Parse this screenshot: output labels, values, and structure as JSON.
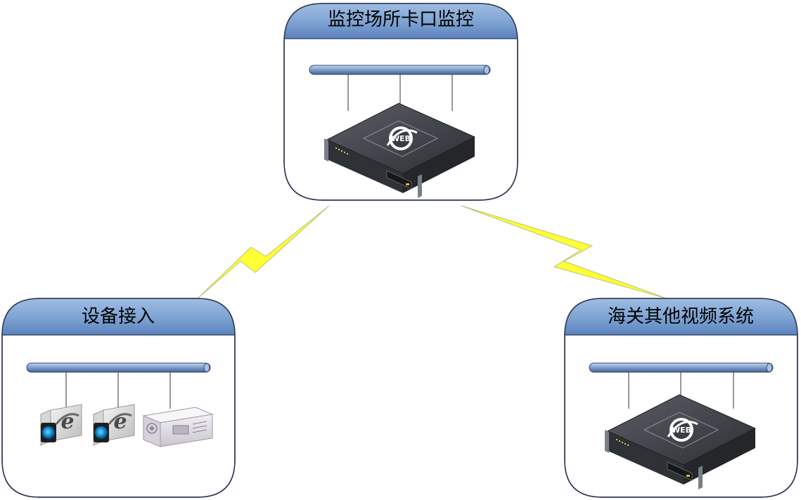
{
  "diagram": {
    "nodes": {
      "monitoring_center": {
        "title": "监控场所卡口监控",
        "icons": [
          "network-bus-icon",
          "web-server-icon"
        ]
      },
      "device_access": {
        "title": "设备接入",
        "icons": [
          "network-bus-icon",
          "ie-camera-icon",
          "ie-camera-icon",
          "encoder-rack-icon"
        ]
      },
      "customs_other_systems": {
        "title": "海关其他视频系统",
        "icons": [
          "network-bus-icon",
          "web-server-icon"
        ]
      }
    },
    "links": [
      {
        "from": "monitoring_center",
        "to": "device_access",
        "style": "lightning"
      },
      {
        "from": "monitoring_center",
        "to": "customs_other_systems",
        "style": "lightning"
      }
    ],
    "colors": {
      "header_blue": "#7da2d2",
      "header_blue_dark": "#5a82bd",
      "lightning_yellow": "#ffff33",
      "server_dark": "#3c3f45",
      "panel_border": "#2d3850"
    }
  }
}
